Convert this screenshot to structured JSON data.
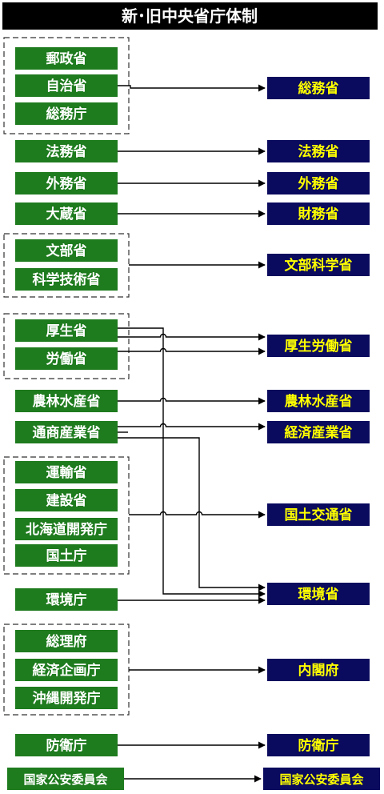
{
  "title": "新･旧中央省庁体制",
  "colors": {
    "title_bg": "#000000",
    "title_text": "#ffffff",
    "old_box": "#1e7b1e",
    "old_text": "#ffffff",
    "new_box": "#0a0a5e",
    "new_text": "#ffff00"
  },
  "old_agencies": [
    {
      "id": "o1",
      "label": "郵政省"
    },
    {
      "id": "o2",
      "label": "自治省"
    },
    {
      "id": "o3",
      "label": "総務庁"
    },
    {
      "id": "o4",
      "label": "法務省"
    },
    {
      "id": "o5",
      "label": "外務省"
    },
    {
      "id": "o6",
      "label": "大蔵省"
    },
    {
      "id": "o7",
      "label": "文部省"
    },
    {
      "id": "o8",
      "label": "科学技術省"
    },
    {
      "id": "o9",
      "label": "厚生省"
    },
    {
      "id": "o10",
      "label": "労働省"
    },
    {
      "id": "o11",
      "label": "農林水産省"
    },
    {
      "id": "o12",
      "label": "通商産業省"
    },
    {
      "id": "o13",
      "label": "運輸省"
    },
    {
      "id": "o14",
      "label": "建設省"
    },
    {
      "id": "o15",
      "label": "北海道開発庁"
    },
    {
      "id": "o16",
      "label": "国土庁"
    },
    {
      "id": "o17",
      "label": "環境庁"
    },
    {
      "id": "o18",
      "label": "総理府"
    },
    {
      "id": "o19",
      "label": "経済企画庁"
    },
    {
      "id": "o20",
      "label": "沖縄開発庁"
    },
    {
      "id": "o21",
      "label": "防衛庁"
    },
    {
      "id": "o22",
      "label": "国家公安委員会"
    }
  ],
  "new_agencies": [
    {
      "id": "n1",
      "label": "総務省"
    },
    {
      "id": "n2",
      "label": "法務省"
    },
    {
      "id": "n3",
      "label": "外務省"
    },
    {
      "id": "n4",
      "label": "財務省"
    },
    {
      "id": "n5",
      "label": "文部科学省"
    },
    {
      "id": "n6",
      "label": "厚生労働省"
    },
    {
      "id": "n7",
      "label": "農林水産省"
    },
    {
      "id": "n8",
      "label": "経済産業省"
    },
    {
      "id": "n9",
      "label": "国土交通省"
    },
    {
      "id": "n10",
      "label": "環境省"
    },
    {
      "id": "n11",
      "label": "内閣府"
    },
    {
      "id": "n12",
      "label": "防衛庁"
    },
    {
      "id": "n13",
      "label": "国家公安委員会"
    }
  ],
  "groups": [
    {
      "id": "g1",
      "members": [
        "o1",
        "o2",
        "o3"
      ]
    },
    {
      "id": "g2",
      "members": [
        "o7",
        "o8"
      ]
    },
    {
      "id": "g3",
      "members": [
        "o9",
        "o10"
      ]
    },
    {
      "id": "g4",
      "members": [
        "o13",
        "o14",
        "o15",
        "o16"
      ]
    },
    {
      "id": "g5",
      "members": [
        "o18",
        "o19",
        "o20"
      ]
    }
  ],
  "mappings": [
    {
      "from": "g1",
      "to": "n1"
    },
    {
      "from": "o4",
      "to": "n2"
    },
    {
      "from": "o5",
      "to": "n3"
    },
    {
      "from": "o6",
      "to": "n4"
    },
    {
      "from": "g2",
      "to": "n5"
    },
    {
      "from": "o9",
      "to": "n6"
    },
    {
      "from": "o10",
      "to": "n6"
    },
    {
      "from": "o9",
      "to": "n10"
    },
    {
      "from": "o11",
      "to": "n7"
    },
    {
      "from": "o12",
      "to": "n8"
    },
    {
      "from": "o12",
      "to": "n10"
    },
    {
      "from": "g4",
      "to": "n9"
    },
    {
      "from": "o17",
      "to": "n10"
    },
    {
      "from": "g5",
      "to": "n11"
    },
    {
      "from": "o21",
      "to": "n12"
    },
    {
      "from": "o22",
      "to": "n13"
    }
  ]
}
